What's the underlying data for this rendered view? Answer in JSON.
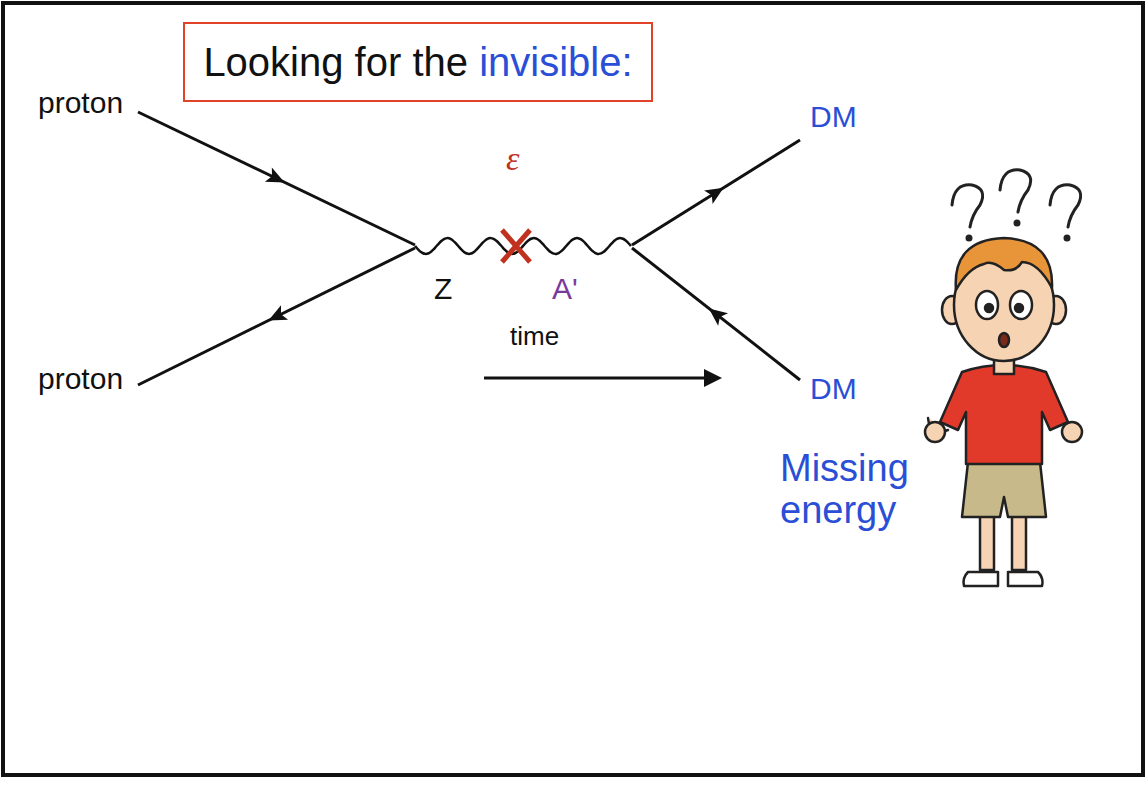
{
  "diagram": {
    "nodes": [
      {
        "text": [
          "Looking for the",
          "invisible:"
        ]
      }
    ],
    "labels": [
      "proton",
      "ε",
      "Z",
      "A'",
      "proton",
      "time",
      "DM",
      "DM",
      "Missing energy"
    ]
  }
}
